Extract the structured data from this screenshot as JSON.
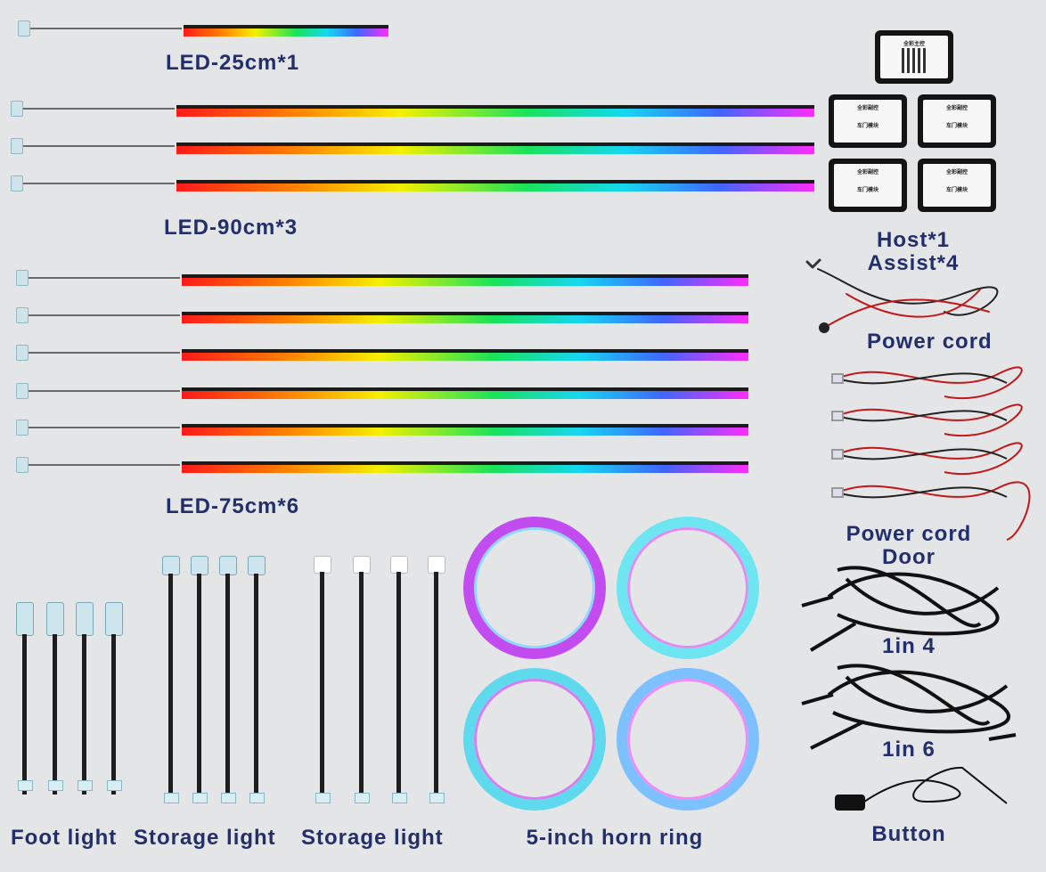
{
  "labels": {
    "led25": "LED-25cm*1",
    "led90": "LED-90cm*3",
    "led75": "LED-75cm*6",
    "host": "Host*1",
    "assist": "Assist*4",
    "power_cord": "Power cord",
    "power_cord_door_1": "Power cord",
    "power_cord_door_2": "Door",
    "one_in_4": "1in 4",
    "one_in_6": "1in 6",
    "button": "Button",
    "foot_light": "Foot light",
    "storage_light_1": "Storage light",
    "storage_light_2": "Storage light",
    "horn_ring": "5-inch horn ring"
  },
  "modules": {
    "host_title": "全彩主控",
    "assist_title": "全彩副控",
    "assist_sub": "车门模块"
  },
  "colors": {
    "label": "#232f6b",
    "background": "#e4e5e7"
  }
}
